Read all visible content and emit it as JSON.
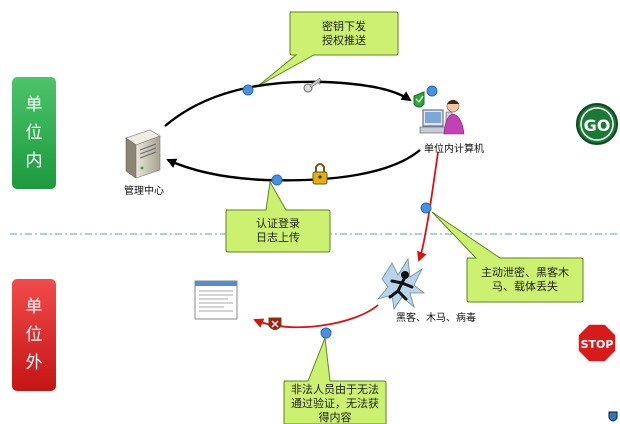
{
  "zones": {
    "inside": [
      "单",
      "位",
      "内"
    ],
    "outside": [
      "单",
      "位",
      "外"
    ]
  },
  "nodes": {
    "management_center": "管理中心",
    "internal_computer": "单位内计算机",
    "threats": "黑客、木马、病毒"
  },
  "callouts": {
    "key_push": [
      "密钥下发",
      "授权推送"
    ],
    "auth_login": [
      "认证登录",
      "日志上传"
    ],
    "leak": [
      "主动泄密、黑客木",
      "马、载体丢失"
    ],
    "illegal": [
      "非法人员由于无法",
      "通过验证，无法获",
      "得内容"
    ]
  },
  "signs": {
    "go": "GO",
    "stop": "STOP"
  },
  "colors": {
    "callout_fill": "#ccf070",
    "callout_stroke": "#5a8a1a",
    "node_dot": "#4a90e2",
    "arrow_black": "#000000",
    "arrow_red": "#e01010",
    "zone_green": "#22a845",
    "zone_red": "#d91a1a",
    "divider": "#7ab0d8"
  }
}
